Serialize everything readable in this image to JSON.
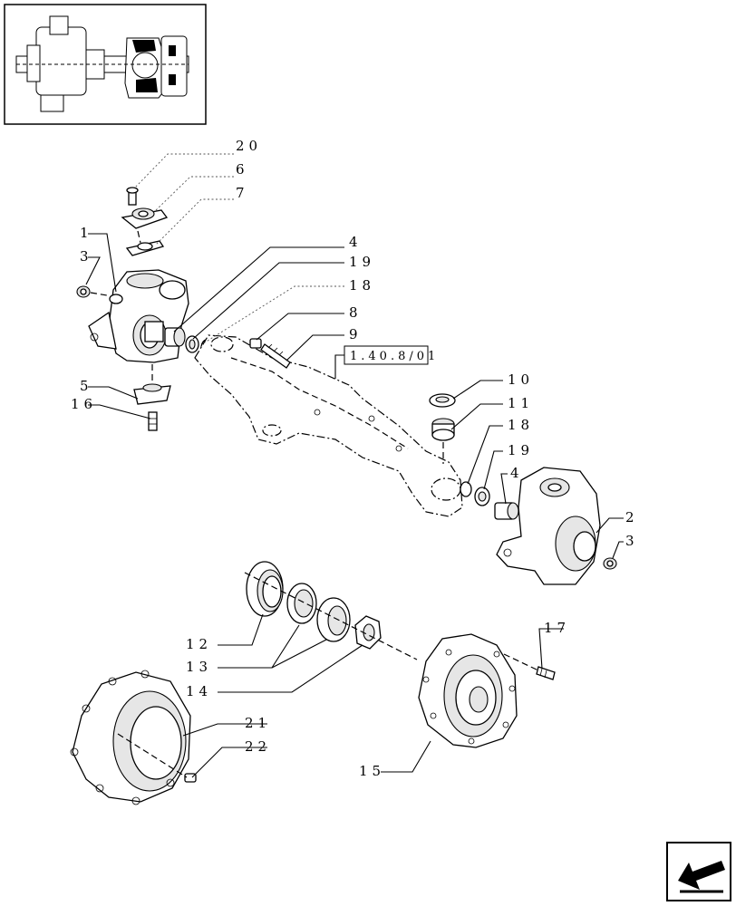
{
  "callouts": {
    "c1": "1",
    "c2": "2",
    "c3a": "3",
    "c3b": "3",
    "c4a": "4",
    "c4b": "4",
    "c5": "5",
    "c6": "6",
    "c7": "7",
    "c8": "8",
    "c9": "9",
    "c10": "10",
    "c11": "11",
    "c12": "12",
    "c13": "13",
    "c14": "14",
    "c15": "15",
    "c16": "16",
    "c17": "17",
    "c18a": "18",
    "c18b": "18",
    "c19a": "19",
    "c19b": "19",
    "c20": "20",
    "c21": "21",
    "c22": "22"
  },
  "reference_box": "1.40.8/01",
  "icons": {
    "nav": "return-arrow-icon"
  }
}
